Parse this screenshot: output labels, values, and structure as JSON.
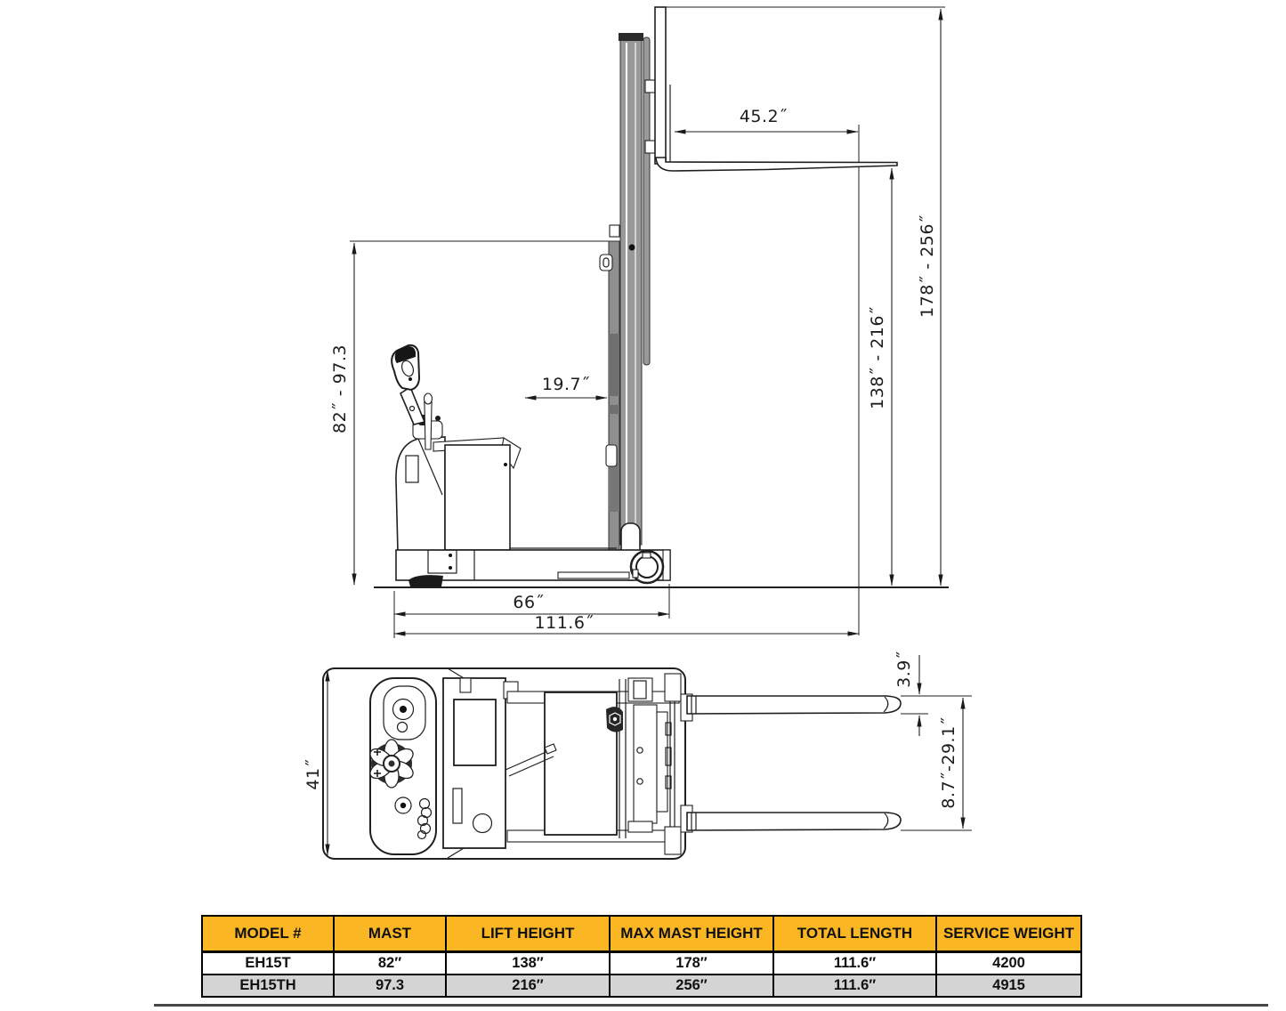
{
  "side_view": {
    "dims": {
      "fork_length": "45.2˝",
      "overall_height": "178˝ - 256˝",
      "lift_height": "138˝ - 216˝",
      "mast_height": "82˝ - 97.3",
      "load_distance": "19.7˝",
      "wheelbase": "66˝",
      "total_length": "111.6˝"
    }
  },
  "top_view": {
    "dims": {
      "overall_width": "41˝",
      "fork_thickness": "3.9˝",
      "fork_spread": "8.7˝-29.1˝"
    }
  },
  "table": {
    "headers": [
      "MODEL #",
      "MAST",
      "LIFT HEIGHT",
      "MAX MAST HEIGHT",
      "TOTAL LENGTH",
      "SERVICE WEIGHT"
    ],
    "rows": [
      {
        "model": "EH15T",
        "mast": "82″",
        "lift_height": "138″",
        "max_mast_height": "178″",
        "total_length": "111.6″",
        "service_weight": "4200"
      },
      {
        "model": "EH15TH",
        "mast": "97.3",
        "lift_height": "216″",
        "max_mast_height": "256″",
        "total_length": "111.6″",
        "service_weight": "4915"
      }
    ]
  },
  "colors": {
    "table_header_bg": "#FBB624",
    "table_alt_row_bg": "#D4D4D4",
    "drawing_line": "#1f1f1f",
    "mast_gray": "#999999"
  }
}
